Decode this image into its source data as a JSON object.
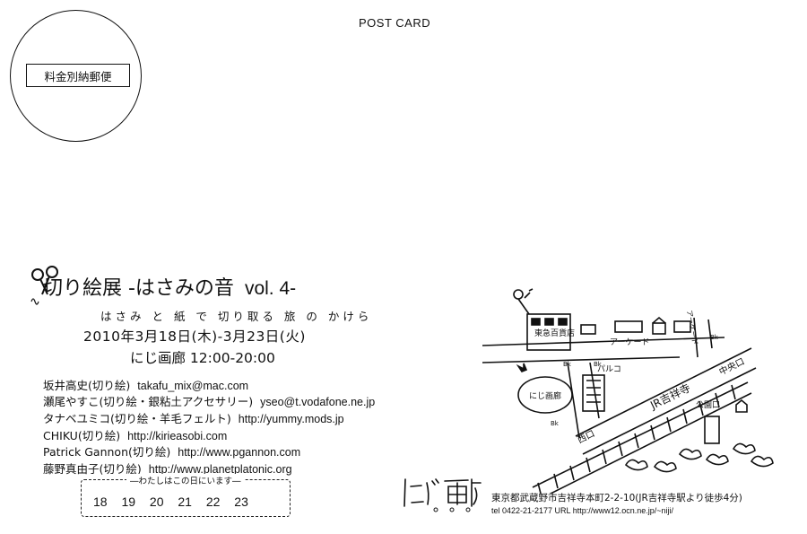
{
  "header": {
    "postcard_label": "POST CARD"
  },
  "stamp": {
    "text": "料金別納郵便"
  },
  "event": {
    "title": "切り絵展 -はさみの音",
    "volume": "vol. 4-",
    "subtitle": "はさみ と 紙 で 切り取る 旅 の かけら",
    "dates": "2010年3月18日(木)-3月23日(火)",
    "venue_hours": "にじ画廊 12:00-20:00"
  },
  "artists": [
    {
      "name": "坂井高史(切り絵)",
      "contact": "takafu_mix@mac.com"
    },
    {
      "name": "瀬尾やすこ(切り絵・銀粘土アクセサリー)",
      "contact": "yseo@t.vodafone.ne.jp"
    },
    {
      "name": "タナベユミコ(切り絵・羊毛フェルト)",
      "contact": "http://yummy.mods.jp"
    },
    {
      "name": "CHIKU(切り絵)",
      "contact": "http://kirieasobi.com"
    },
    {
      "name": "Patrick Gannon(切り絵)",
      "contact": "http://www.pgannon.com"
    },
    {
      "name": "藤野真由子(切り絵)",
      "contact": "http://www.planetplatonic.org"
    }
  ],
  "presence": {
    "caption": "―わたしはこの日にいます―",
    "days": "18 19 20 21 22 23"
  },
  "logo": {
    "text": "にじ画廊"
  },
  "footer": {
    "address": "東京都武蔵野市吉祥寺本町2-2-10(JR吉祥寺駅より徒歩4分)",
    "contact": "tel 0422-21-2177 URL http://www12.ocn.ne.jp/~niji/"
  },
  "map": {
    "labels": {
      "department_store": "東急百貨店",
      "arcade_vertical": "アーケード",
      "arcade": "アーケード",
      "gallery": "にじ画廊",
      "parco": "パルコ",
      "station": "JR吉祥寺",
      "north_exit": "中央口",
      "west_exit": "西口",
      "park_exit": "公園口",
      "bk1": "Bk",
      "bk2": "Bk",
      "bk3": "Bk",
      "bk4": "Bk"
    }
  }
}
